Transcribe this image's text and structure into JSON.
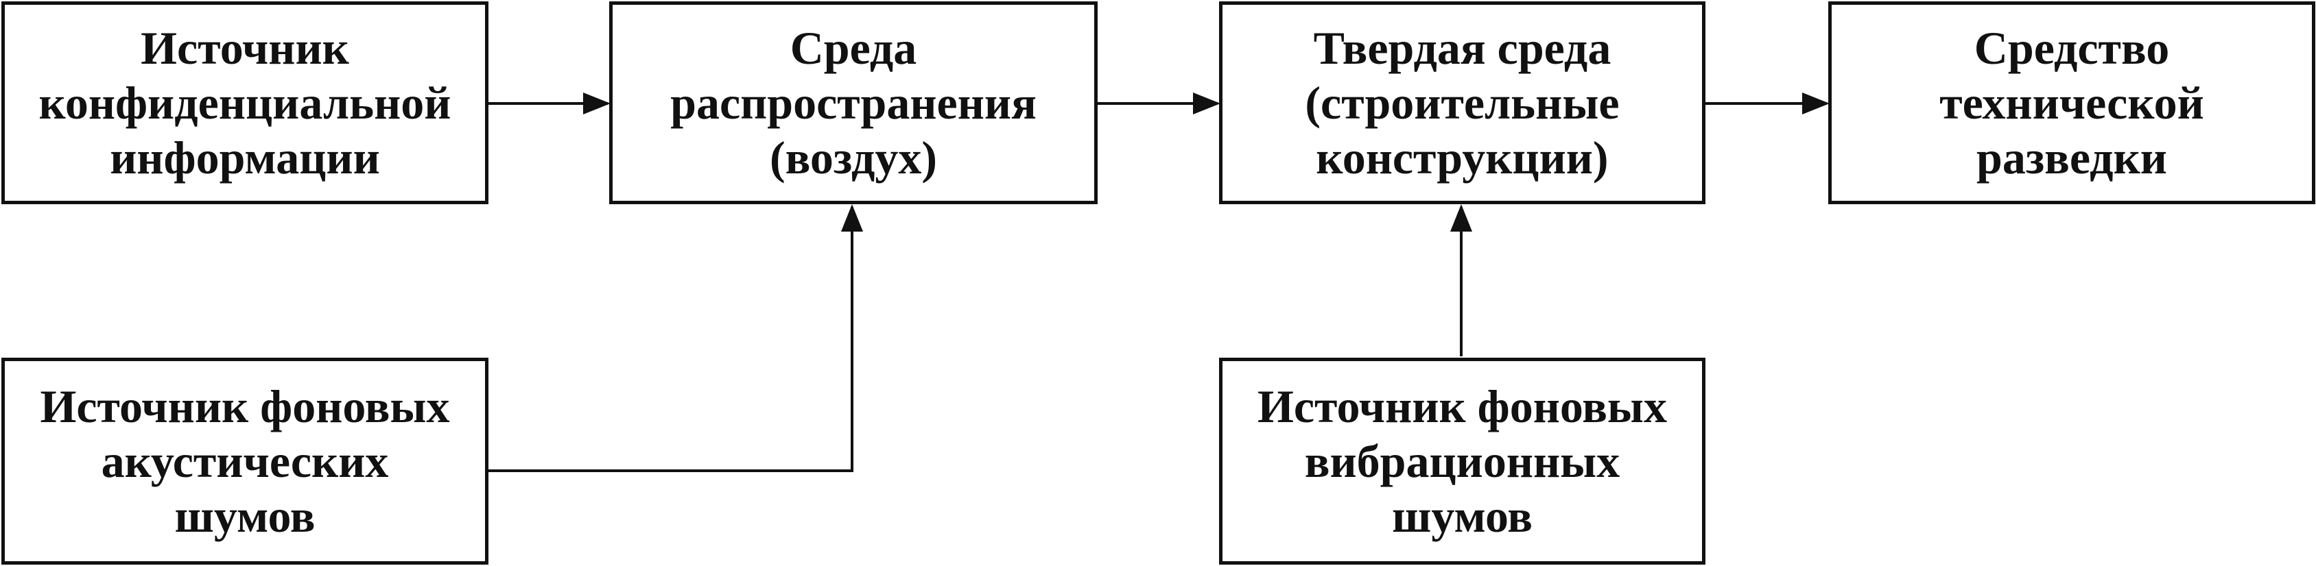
{
  "diagram": {
    "nodes": {
      "source_confidential": "Источник\nконфиденциальной\nинформации",
      "air_medium": "Среда\nраспространения\n(воздух)",
      "solid_medium": "Твердая среда\n(строительные\nконструкции)",
      "intelligence_tool": "Средство\nтехнической\nразведки",
      "acoustic_noise": "Источник фоновых\nакустических\nшумов",
      "vibration_noise": "Источник фоновых\nвибрационных\nшумов"
    },
    "edges": [
      {
        "from": "source_confidential",
        "to": "air_medium"
      },
      {
        "from": "air_medium",
        "to": "solid_medium"
      },
      {
        "from": "solid_medium",
        "to": "intelligence_tool"
      },
      {
        "from": "acoustic_noise",
        "to": "air_medium"
      },
      {
        "from": "vibration_noise",
        "to": "solid_medium"
      }
    ],
    "colors": {
      "stroke": "#111111",
      "background": "#ffffff"
    }
  }
}
